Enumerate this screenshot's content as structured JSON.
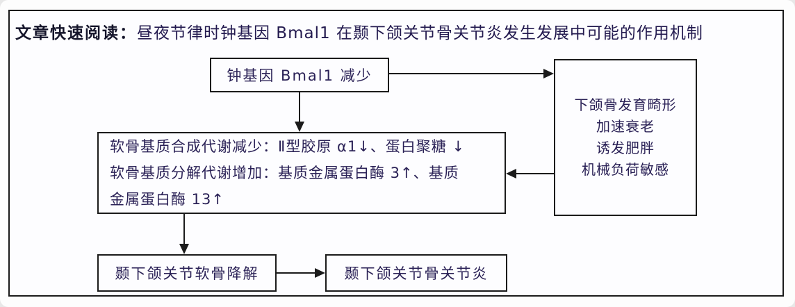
{
  "header": {
    "title_prefix": "文章快速阅读：",
    "title_text": "昼夜节律时钟基因 Bmal1 在颞下颌关节骨关节炎发生发展中可能的作用机制"
  },
  "flowchart": {
    "box_bmal1": {
      "text": "钟基因 Bmal1 减少"
    },
    "box_effects": {
      "lines": [
        "下颌骨发育畸形",
        "加速衰老",
        "诱发肥胖",
        "机械负荷敏感"
      ]
    },
    "box_matrix": {
      "lines": [
        "软骨基质合成代谢减少：Ⅱ型胶原 α1↓、蛋白聚糖 ↓",
        "软骨基质分解代谢增加：基质金属蛋白酶 3↑、基质",
        "金属蛋白酶 13↑"
      ]
    },
    "box_degradation": {
      "text": "颞下颌关节软骨降解"
    },
    "box_oa": {
      "text": "颞下颌关节骨关节炎"
    }
  },
  "colors": {
    "border": "#1b1b1b",
    "text": "#2a2156",
    "title": "#14142a",
    "background": "#fdfdff"
  }
}
